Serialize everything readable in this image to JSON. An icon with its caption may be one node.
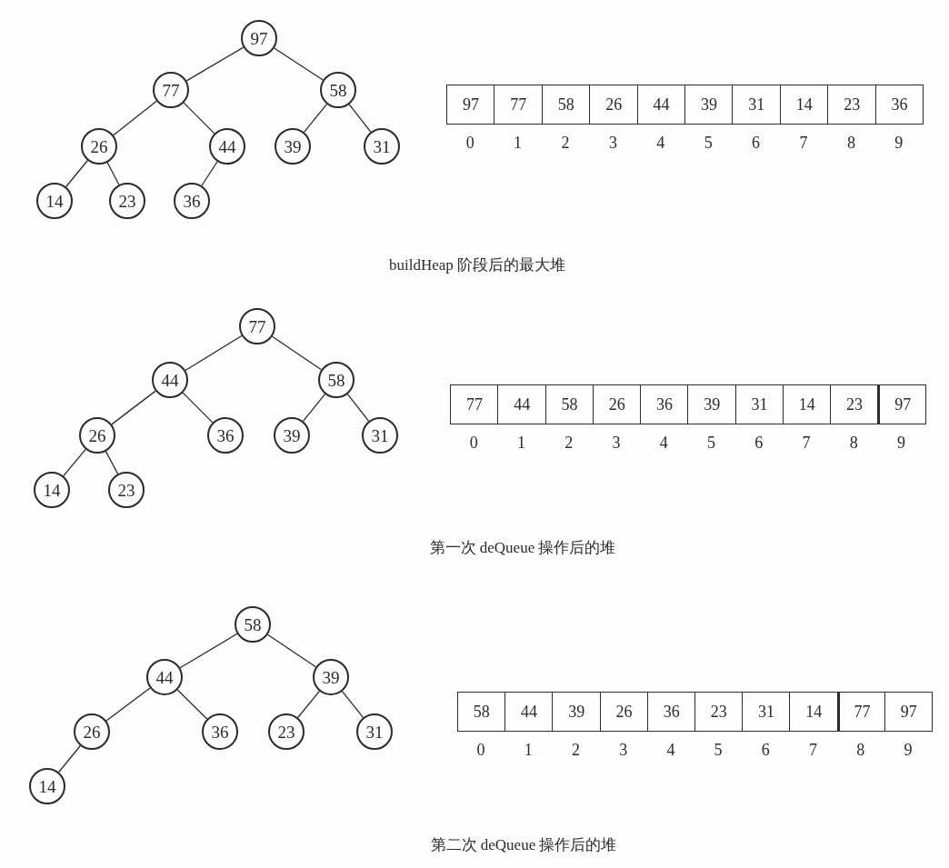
{
  "diagram": {
    "nodes": [
      {
        "text": [
          "97"
        ]
      },
      {
        "text": [
          "77"
        ]
      },
      {
        "text": [
          "58"
        ]
      },
      {
        "text": [
          "26"
        ]
      },
      {
        "text": [
          "44"
        ]
      },
      {
        "text": [
          "39"
        ]
      },
      {
        "text": [
          "31"
        ]
      },
      {
        "text": [
          "14"
        ]
      },
      {
        "text": [
          "23"
        ]
      },
      {
        "text": [
          "36"
        ]
      },
      {
        "text": [
          "97"
        ],
        "beside": [
          "0"
        ]
      },
      {
        "text": [
          "77"
        ],
        "beside": [
          "1"
        ]
      },
      {
        "text": [
          "58"
        ],
        "beside": [
          "2"
        ]
      },
      {
        "text": [
          "26"
        ],
        "beside": [
          "3"
        ]
      },
      {
        "text": [
          "44"
        ],
        "beside": [
          "4"
        ]
      },
      {
        "text": [
          "39"
        ],
        "beside": [
          "5"
        ]
      },
      {
        "text": [
          "31"
        ],
        "beside": [
          "6"
        ]
      },
      {
        "text": [
          "14"
        ],
        "beside": [
          "7"
        ]
      },
      {
        "text": [
          "23"
        ],
        "beside": [
          "8"
        ]
      },
      {
        "text": [
          "36"
        ],
        "beside": [
          "9"
        ]
      },
      {
        "text": [
          "77"
        ]
      },
      {
        "text": [
          "44"
        ]
      },
      {
        "text": [
          "58"
        ]
      },
      {
        "text": [
          "26"
        ]
      },
      {
        "text": [
          "36"
        ]
      },
      {
        "text": [
          "39"
        ]
      },
      {
        "text": [
          "31"
        ]
      },
      {
        "text": [
          "14"
        ]
      },
      {
        "text": [
          "23"
        ]
      },
      {
        "text": [
          "77"
        ],
        "beside": [
          "0"
        ]
      },
      {
        "text": [
          "44"
        ],
        "beside": [
          "1"
        ]
      },
      {
        "text": [
          "58"
        ],
        "beside": [
          "2"
        ]
      },
      {
        "text": [
          "26"
        ],
        "beside": [
          "3"
        ]
      },
      {
        "text": [
          "36"
        ],
        "beside": [
          "4"
        ]
      },
      {
        "text": [
          "39"
        ],
        "beside": [
          "5"
        ]
      },
      {
        "text": [
          "31"
        ],
        "beside": [
          "6"
        ]
      },
      {
        "text": [
          "14"
        ],
        "beside": [
          "7"
        ]
      },
      {
        "text": [
          "23"
        ],
        "beside": [
          "8"
        ]
      },
      {
        "text": [
          "97"
        ],
        "beside": [
          "9"
        ]
      },
      {
        "text": [
          "58"
        ]
      },
      {
        "text": [
          "44"
        ]
      },
      {
        "text": [
          "39"
        ]
      },
      {
        "text": [
          "26"
        ]
      },
      {
        "text": [
          "36"
        ]
      },
      {
        "text": [
          "23"
        ]
      },
      {
        "text": [
          "31"
        ]
      },
      {
        "text": [
          "14"
        ]
      },
      {
        "text": [
          "58"
        ],
        "beside": [
          "0"
        ]
      },
      {
        "text": [
          "44"
        ],
        "beside": [
          "1"
        ]
      },
      {
        "text": [
          "39"
        ],
        "beside": [
          "2"
        ]
      },
      {
        "text": [
          "26"
        ],
        "beside": [
          "3"
        ]
      },
      {
        "text": [
          "36"
        ],
        "beside": [
          "4"
        ]
      },
      {
        "text": [
          "23"
        ],
        "beside": [
          "5"
        ]
      },
      {
        "text": [
          "31"
        ],
        "beside": [
          "6"
        ]
      },
      {
        "text": [
          "14"
        ],
        "beside": [
          "7"
        ]
      },
      {
        "text": [
          "77"
        ],
        "beside": [
          "8"
        ]
      },
      {
        "text": [
          "97"
        ],
        "beside": [
          "9"
        ]
      }
    ],
    "edges": [
      {
        "from": 0,
        "to": 1,
        "arrow": "none"
      },
      {
        "from": 0,
        "to": 2,
        "arrow": "none"
      },
      {
        "from": 1,
        "to": 3,
        "arrow": "none"
      },
      {
        "from": 1,
        "to": 4,
        "arrow": "none"
      },
      {
        "from": 2,
        "to": 5,
        "arrow": "none"
      },
      {
        "from": 2,
        "to": 6,
        "arrow": "none"
      },
      {
        "from": 3,
        "to": 7,
        "arrow": "none"
      },
      {
        "from": 3,
        "to": 8,
        "arrow": "none"
      },
      {
        "from": 4,
        "to": 9,
        "arrow": "none"
      },
      {
        "from": 20,
        "to": 21,
        "arrow": "none"
      },
      {
        "from": 20,
        "to": 22,
        "arrow": "none"
      },
      {
        "from": 21,
        "to": 23,
        "arrow": "none"
      },
      {
        "from": 21,
        "to": 24,
        "arrow": "none"
      },
      {
        "from": 22,
        "to": 25,
        "arrow": "none"
      },
      {
        "from": 22,
        "to": 26,
        "arrow": "none"
      },
      {
        "from": 23,
        "to": 27,
        "arrow": "none"
      },
      {
        "from": 23,
        "to": 28,
        "arrow": "none"
      },
      {
        "from": 39,
        "to": 40,
        "arrow": "none"
      },
      {
        "from": 39,
        "to": 41,
        "arrow": "none"
      },
      {
        "from": 40,
        "to": 42,
        "arrow": "none"
      },
      {
        "from": 40,
        "to": 43,
        "arrow": "none"
      },
      {
        "from": 41,
        "to": 44,
        "arrow": "none"
      },
      {
        "from": 41,
        "to": 45,
        "arrow": "none"
      },
      {
        "from": 42,
        "to": 46,
        "arrow": "none"
      }
    ],
    "labels": [
      "buildHeap 阶段后的最大堆",
      "第一次 deQueue 操作后的堆",
      "第二次 deQueue 操作后的堆"
    ]
  }
}
